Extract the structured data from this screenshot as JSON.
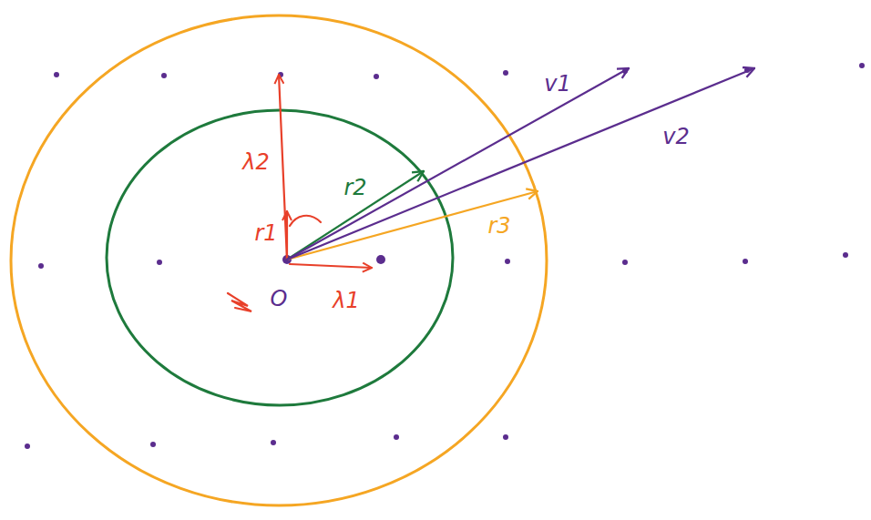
{
  "diagram": {
    "labels": [
      "λ2",
      "r1",
      "λ1",
      "O",
      "r2",
      "r3",
      "v1",
      "v2"
    ]
  }
}
